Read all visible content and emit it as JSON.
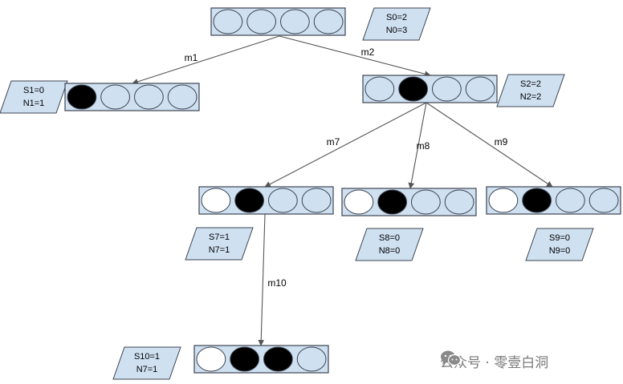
{
  "nodes": [
    {
      "id": "root",
      "stat_lines": [
        "S0=2",
        "N0=3"
      ],
      "cells": [
        "empty",
        "empty",
        "empty",
        "empty"
      ]
    },
    {
      "id": "m1",
      "stat_lines": [
        "S1=0",
        "N1=1"
      ],
      "cells": [
        "black",
        "empty",
        "empty",
        "empty"
      ]
    },
    {
      "id": "m2",
      "stat_lines": [
        "S2=2",
        "N2=2"
      ],
      "cells": [
        "empty",
        "black",
        "empty",
        "empty"
      ]
    },
    {
      "id": "m7",
      "stat_lines": [
        "S7=1",
        "N7=1"
      ],
      "cells": [
        "white",
        "black",
        "empty",
        "empty"
      ]
    },
    {
      "id": "m8",
      "stat_lines": [
        "S8=0",
        "N8=0"
      ],
      "cells": [
        "white",
        "black",
        "empty",
        "empty"
      ]
    },
    {
      "id": "m9",
      "stat_lines": [
        "S9=0",
        "N9=0"
      ],
      "cells": [
        "white",
        "black",
        "empty",
        "empty"
      ]
    },
    {
      "id": "m10",
      "stat_lines": [
        "S10=1",
        "N7=1"
      ],
      "cells": [
        "white",
        "black",
        "black",
        "empty"
      ]
    }
  ],
  "edges": [
    {
      "from": "root",
      "to": "m1",
      "label": "m1"
    },
    {
      "from": "root",
      "to": "m2",
      "label": "m2"
    },
    {
      "from": "m2",
      "to": "m7",
      "label": "m7"
    },
    {
      "from": "m2",
      "to": "m8",
      "label": "m8"
    },
    {
      "from": "m2",
      "to": "m9",
      "label": "m9"
    },
    {
      "from": "m7",
      "to": "m10",
      "label": "m10"
    }
  ],
  "colors": {
    "box_fill": "#cfe0f1",
    "box_stroke": "#3c4450",
    "empty_cell": "#cfe0f1",
    "white_cell": "#ffffff",
    "black_cell": "#000000",
    "stat_fill": "#cfe0f1",
    "stat_stroke": "#3c4450",
    "edge": "#555555"
  },
  "watermark": {
    "icon": "wechat-icon",
    "text": "公众号 · 零壹白洞"
  }
}
